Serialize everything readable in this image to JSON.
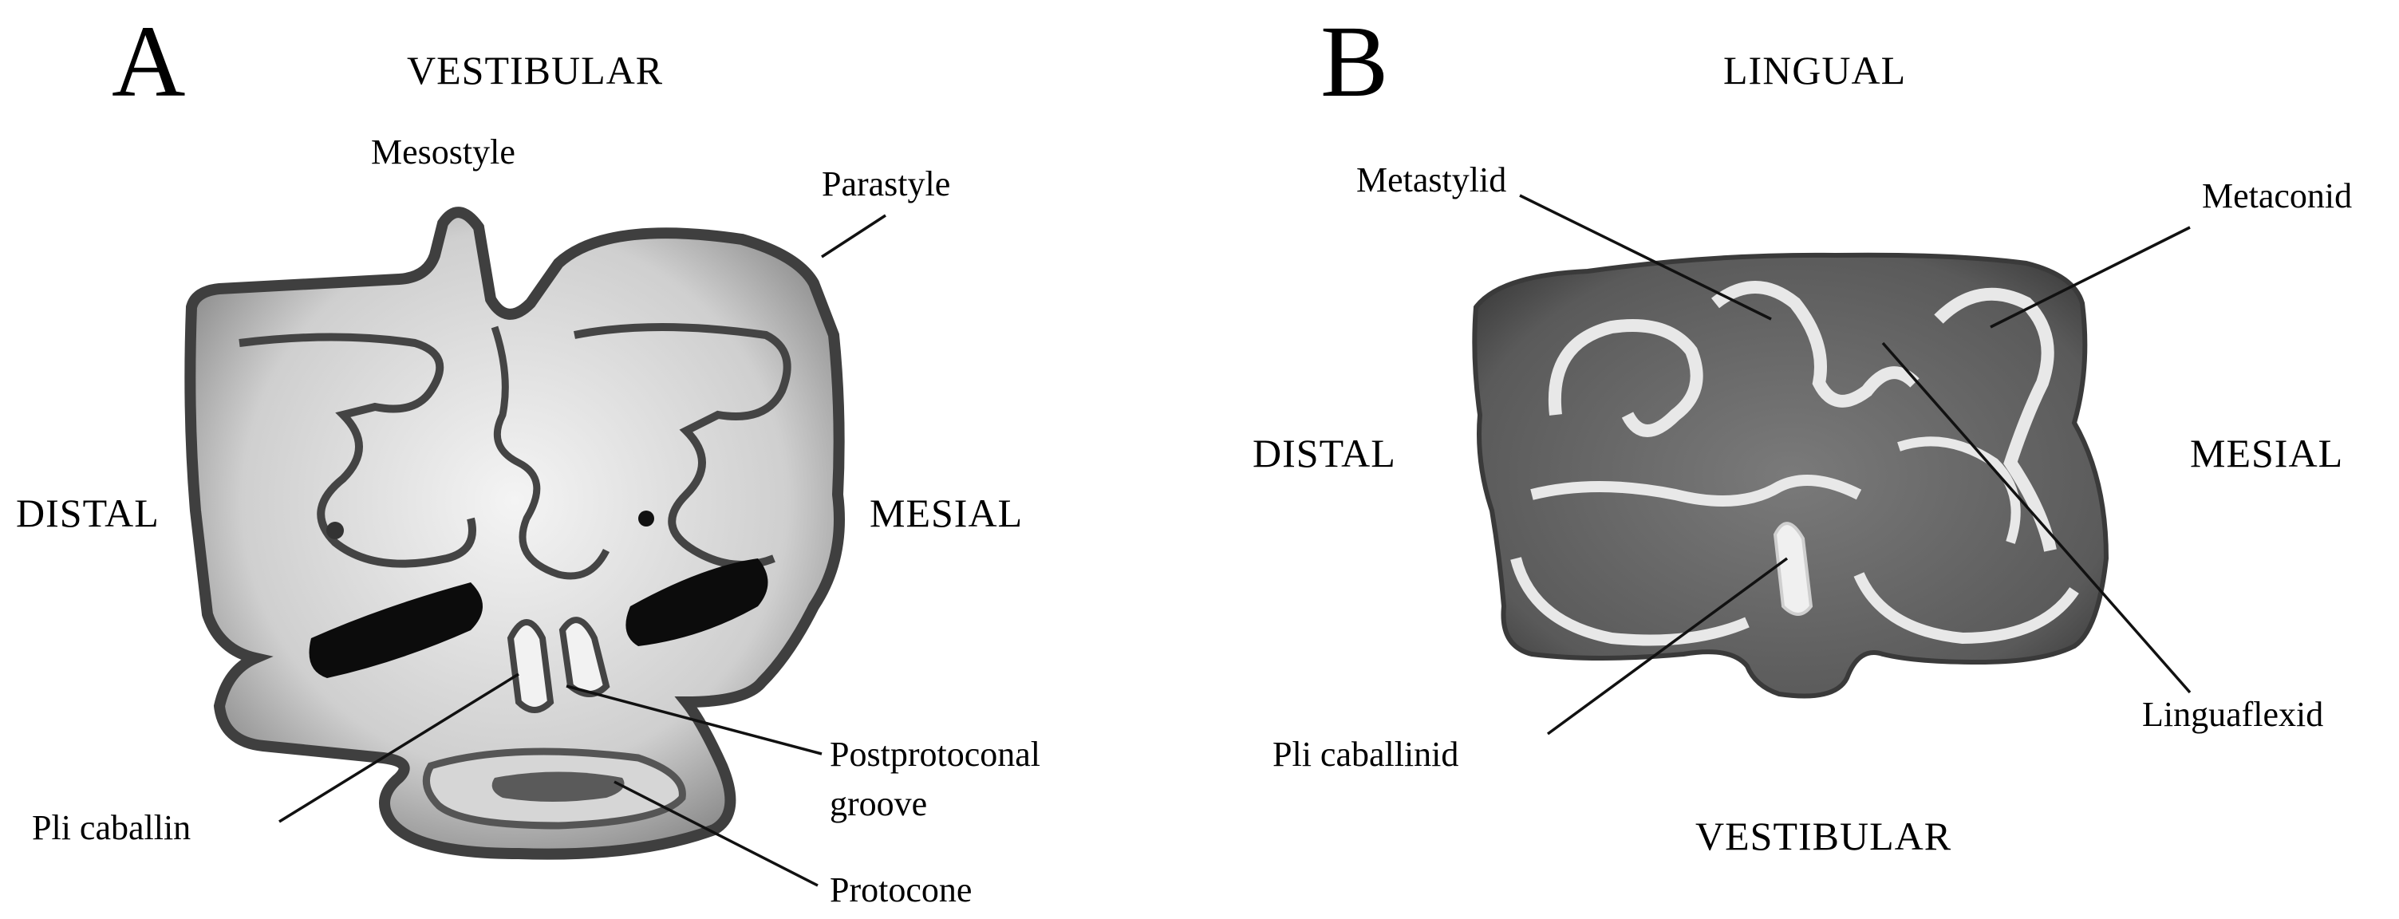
{
  "panels": {
    "a": {
      "letter": "A",
      "orientation": {
        "top": "VESTIBULAR",
        "left": "DISTAL",
        "right": "MESIAL"
      },
      "labels": {
        "mesostyle": "Mesostyle",
        "parastyle": "Parastyle",
        "pli_caballin": "Pli caballin",
        "postprotoconal_groove_line1": "Postprotoconal",
        "postprotoconal_groove_line2": "groove",
        "protocone": "Protocone"
      }
    },
    "b": {
      "letter": "B",
      "orientation": {
        "top": "LINGUAL",
        "left": "DISTAL",
        "right": "MESIAL",
        "bottom": "VESTIBULAR"
      },
      "labels": {
        "metastylid": "Metastylid",
        "metaconid": "Metaconid",
        "pli_caballinid": "Pli caballinid",
        "linguaflexid": "Linguaflexid"
      }
    }
  },
  "colors": {
    "background": "#ffffff",
    "text": "#111111",
    "enamel_a": "#4a4a4a",
    "dentine_a": "#d9d9d9",
    "surface_b": "#6d6d6d",
    "enamel_b": "#e6e6e6"
  }
}
